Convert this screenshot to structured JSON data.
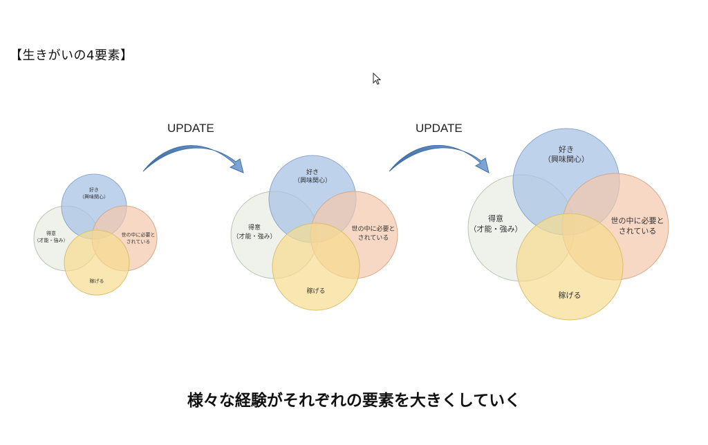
{
  "title": "【生きがいの4要素】",
  "update_labels": [
    "UPDATE",
    "UPDATE"
  ],
  "circles": {
    "like": {
      "line1": "好き",
      "line2": "（興味関心）"
    },
    "good_at": {
      "line1": "得意",
      "line2": "（才能・強み）"
    },
    "needed": {
      "line1": "世の中に必要と",
      "line2": "されている"
    },
    "earn": {
      "line1": "稼げる"
    }
  },
  "caption": "様々な経験がそれぞれの要素を大きくしていく",
  "colors": {
    "like": "#a9c3e6",
    "good_at": "#e8eee4",
    "needed": "#f3c8ab",
    "earn": "#f6dc8f",
    "arrow": "#4f7fb4"
  },
  "icons": {
    "cursor": "mouse-pointer-icon",
    "arrow": "curved-arrow-icon"
  }
}
